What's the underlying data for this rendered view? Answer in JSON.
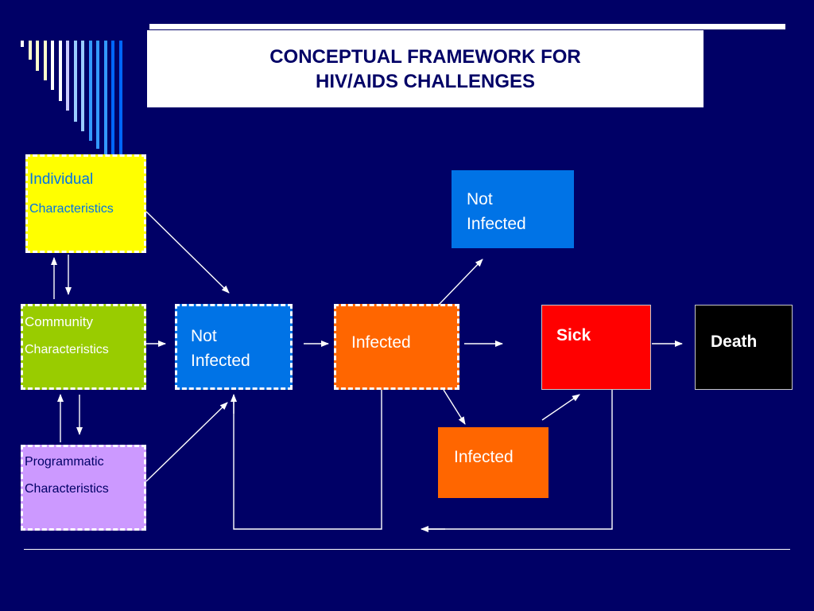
{
  "title": "CONCEPTUAL FRAMEWORK FOR\nHIV/AIDS  CHALLENGES",
  "colors": {
    "background": "#000066",
    "yellow": "#ffff00",
    "green": "#99cc00",
    "purple": "#cc99ff",
    "blue": "#0073e6",
    "orange": "#ff6600",
    "red": "#ff0000",
    "black": "#000000"
  },
  "diagram": {
    "individual": {
      "line1": "Individual",
      "line2": "Characteristics"
    },
    "community": {
      "line1": "Community",
      "line2": "Characteristics"
    },
    "programmatic": {
      "line1": "Programmatic",
      "line2": "Characteristics"
    },
    "not_infected_main": {
      "line1": "Not",
      "line2": "Infected"
    },
    "infected_main": "Infected",
    "not_infected_top": {
      "line1": "Not",
      "line2": "Infected"
    },
    "infected_lower": "Infected",
    "sick": "Sick",
    "death": "Death"
  }
}
